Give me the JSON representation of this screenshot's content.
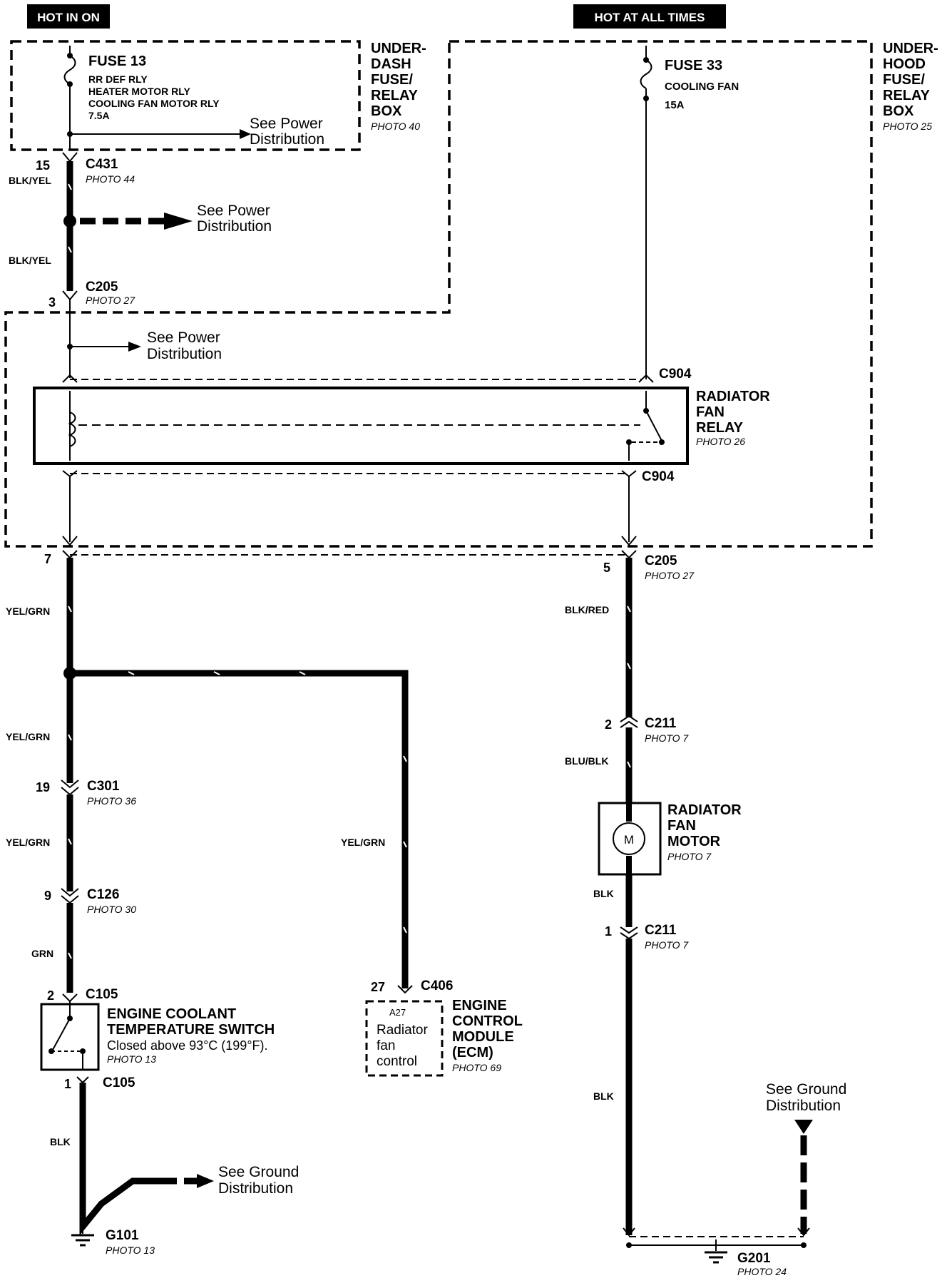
{
  "hot_labels": {
    "ign": "HOT IN ON",
    "always": "HOT AT ALL TIMES"
  },
  "boxes": {
    "underdash": [
      "UNDER-",
      "DASH",
      "FUSE/",
      "RELAY",
      "BOX"
    ],
    "underdash_photo": "PHOTO 40",
    "underhood": [
      "UNDER-",
      "HOOD",
      "FUSE/",
      "RELAY",
      "BOX"
    ],
    "underhood_photo": "PHOTO 25"
  },
  "fuse13": {
    "name": "FUSE 13",
    "lines": [
      "RR DEF RLY",
      "HEATER MOTOR RLY",
      "COOLING FAN MOTOR RLY",
      "7.5A"
    ]
  },
  "fuse33": {
    "name": "FUSE 33",
    "lines": [
      "COOLING FAN",
      "15A"
    ]
  },
  "see_power": [
    "See Power",
    "Distribution"
  ],
  "see_ground": [
    "See Ground",
    "Distribution"
  ],
  "connectors": {
    "c431": {
      "name": "C431",
      "pin": "15",
      "photo": "PHOTO 44"
    },
    "c205_top": {
      "name": "C205",
      "pin": "3",
      "photo": "PHOTO 27"
    },
    "c904_top": {
      "name": "C904"
    },
    "c904_bot": {
      "name": "C904"
    },
    "c205_left": {
      "pin": "7"
    },
    "c205_right": {
      "name": "C205",
      "pin": "5",
      "photo": "PHOTO 27"
    },
    "c211_top": {
      "name": "C211",
      "pin": "2",
      "photo": "PHOTO 7"
    },
    "c211_bot": {
      "name": "C211",
      "pin": "1",
      "photo": "PHOTO 7"
    },
    "c301": {
      "name": "C301",
      "pin": "19",
      "photo": "PHOTO 36"
    },
    "c126": {
      "name": "C126",
      "pin": "9",
      "photo": "PHOTO 30"
    },
    "c105_top": {
      "name": "C105",
      "pin": "2"
    },
    "c105_bot": {
      "name": "C105",
      "pin": "1"
    },
    "c406": {
      "name": "C406",
      "pin": "27"
    }
  },
  "wires": {
    "blk_yel": "BLK/YEL",
    "yel_grn": "YEL/GRN",
    "grn": "GRN",
    "blk": "BLK",
    "blk_red": "BLK/RED",
    "blu_blk": "BLU/BLK"
  },
  "relay": {
    "lines": [
      "RADIATOR",
      "FAN",
      "RELAY"
    ],
    "photo": "PHOTO 26"
  },
  "motor": {
    "lines": [
      "RADIATOR",
      "FAN",
      "MOTOR"
    ],
    "photo": "PHOTO 7",
    "symbol": "M"
  },
  "coolant_switch": {
    "lines": [
      "ENGINE COOLANT",
      "TEMPERATURE SWITCH"
    ],
    "desc": "Closed above 93°C (199°F).",
    "photo": "PHOTO 13"
  },
  "ecm": {
    "lines": [
      "ENGINE",
      "CONTROL",
      "MODULE",
      "(ECM)"
    ],
    "photo": "PHOTO 69",
    "pin": "A27",
    "inner": [
      "Radiator",
      "fan",
      "control"
    ]
  },
  "grounds": {
    "g101": {
      "name": "G101",
      "photo": "PHOTO 13"
    },
    "g201": {
      "name": "G201",
      "photo": "PHOTO 24"
    }
  }
}
